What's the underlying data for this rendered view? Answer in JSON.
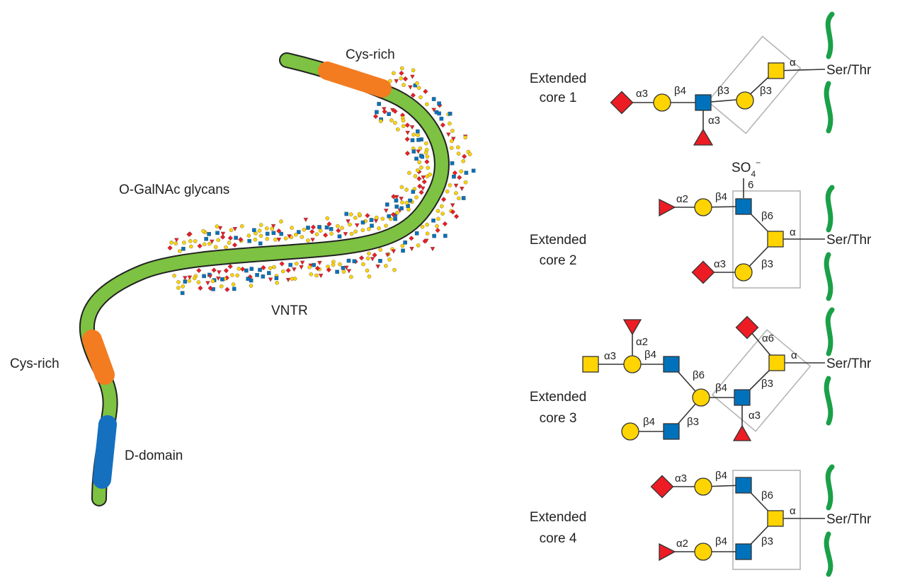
{
  "colors": {
    "backbone": "#7dc242",
    "cys_rich": "#f37b20",
    "d_domain": "#1570c0",
    "galactose": "#ffd400",
    "glcnac": "#0072bc",
    "fucose": "#ed1c24",
    "sialic_acid": "#ed1c24",
    "peptide_brace": "#1aa048"
  },
  "mucin": {
    "cys_rich_top": "Cys-rich",
    "glycans_label": "O-GalNAc glycans",
    "vntr_label": "VNTR",
    "cys_rich_bottom": "Cys-rich",
    "d_domain_label": "D-domain"
  },
  "cores": [
    {
      "name_line1": "Extended",
      "name_line2": "core 1",
      "peptide": "Ser/Thr",
      "links": [
        "α3",
        "β4",
        "β3",
        "α3",
        "β3",
        "α"
      ]
    },
    {
      "name_line1": "Extended",
      "name_line2": "core 2",
      "peptide": "Ser/Thr",
      "sulfate": "SO",
      "sulfate_sub": "4",
      "sulfate_sup": "−",
      "sulfate_pos": "6",
      "links": [
        "α2",
        "β4",
        "β6",
        "α",
        "α3",
        "β3"
      ]
    },
    {
      "name_line1": "Extended",
      "name_line2": "core 3",
      "peptide": "Ser/Thr",
      "links": [
        "α2",
        "α3",
        "β4",
        "β6",
        "β4",
        "α6",
        "α",
        "β3",
        "α3",
        "β4",
        "β3"
      ]
    },
    {
      "name_line1": "Extended",
      "name_line2": "core 4",
      "peptide": "Ser/Thr",
      "links": [
        "α3",
        "β4",
        "β6",
        "α",
        "α2",
        "β4",
        "β3"
      ]
    }
  ]
}
